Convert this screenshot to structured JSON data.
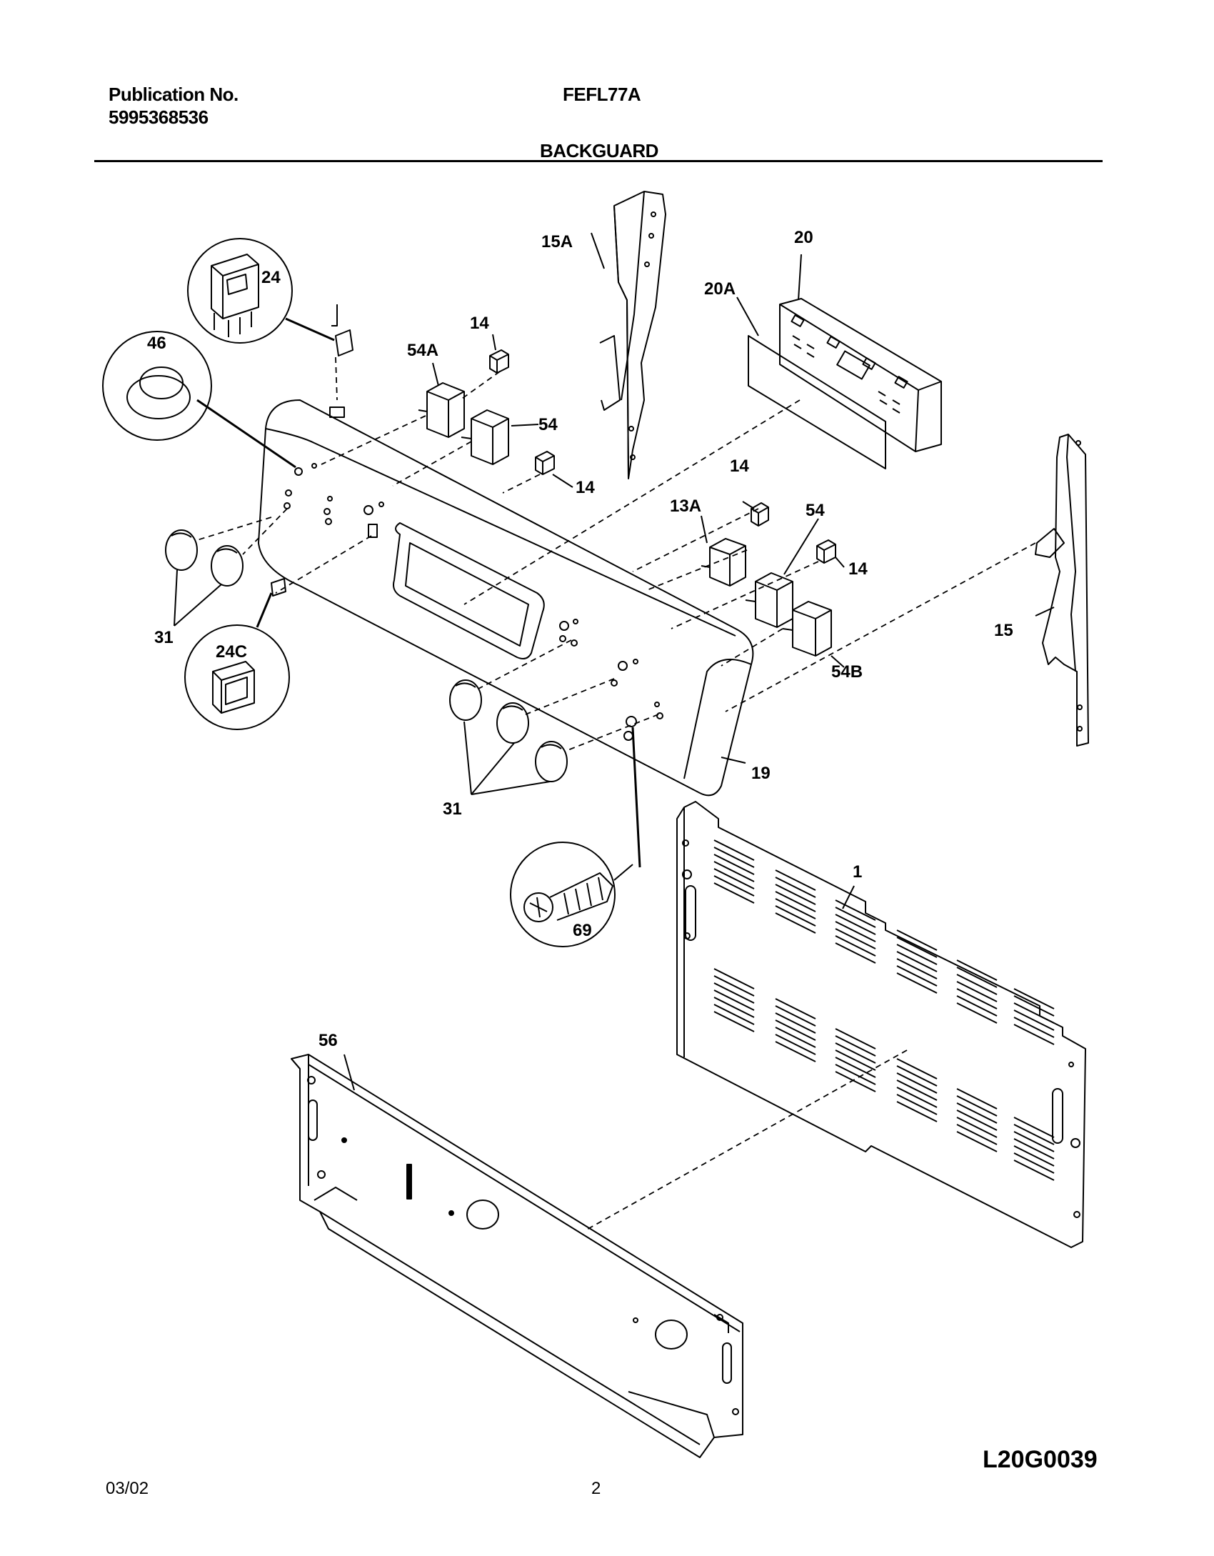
{
  "header": {
    "publication_label": "Publication No.",
    "publication_number": "5995368536",
    "model": "FEFL77A",
    "section_title": "BACKGUARD"
  },
  "diagram": {
    "code": "L20G0039",
    "part_labels": {
      "p15A": "15A",
      "p20": "20",
      "p20A": "20A",
      "p24": "24",
      "p46": "46",
      "p14a": "14",
      "p54A": "54A",
      "p54a": "54",
      "p14b": "14",
      "p14c": "14",
      "p13A": "13A",
      "p54b": "54",
      "p14d": "14",
      "p15": "15",
      "p54B": "54B",
      "p31a": "31",
      "p24C": "24C",
      "p31b": "31",
      "p19": "19",
      "p1": "1",
      "p69": "69",
      "p56": "56"
    }
  },
  "footer": {
    "date": "03/02",
    "page": "2"
  }
}
